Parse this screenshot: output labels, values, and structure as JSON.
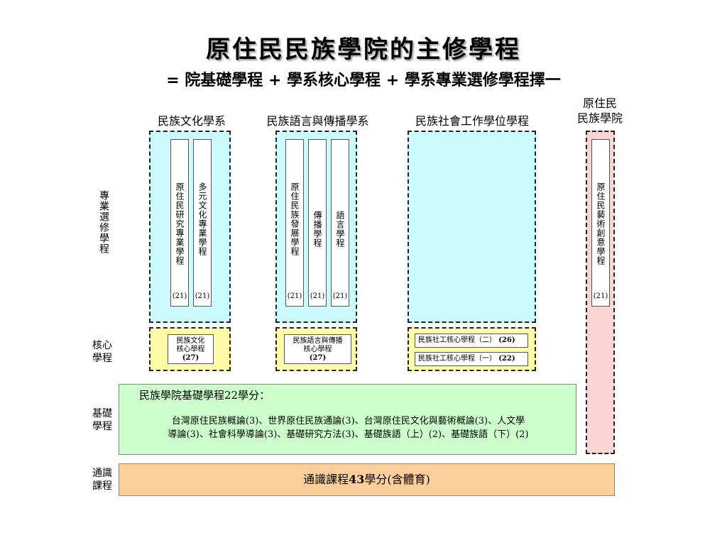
{
  "title": "原住民民族學院的主修學程",
  "subtitle": "= 院基礎學程 + 學系核心學程 + 學系專業選修學程擇一",
  "departments": {
    "culture": "民族文化學系",
    "language": "民族語言與傳播學系",
    "social": "民族社會工作學位學程",
    "college": "原住民\n民族學院"
  },
  "row_labels": {
    "elective": "專業選修學程",
    "core": "核心\n學程",
    "foundation": "基礎\n學程",
    "general": "通識\n課程"
  },
  "elective_programs": {
    "culture": [
      {
        "name": "原住民研究專業學程",
        "credits": "(21)"
      },
      {
        "name": "多元文化專業學程",
        "credits": "(21)"
      }
    ],
    "language": [
      {
        "name": "原住民族發展學程",
        "credits": "(21)"
      },
      {
        "name": "傳播學程",
        "credits": "(21)"
      },
      {
        "name": "語言學程",
        "credits": "(21)"
      }
    ],
    "college": [
      {
        "name": "原住民藝術創意學程",
        "credits": "(21)"
      }
    ]
  },
  "core_programs": {
    "culture": {
      "line1": "民族文化",
      "line2": "核心學程",
      "credits": "(27)"
    },
    "language": {
      "line1": "民族語言與傳播",
      "line2": "核心學程",
      "credits": "(27)"
    },
    "social": [
      {
        "name": "民族社工核心學程（二）",
        "credits": "(26)"
      },
      {
        "name": "民族社工核心學程（一）",
        "credits": "(22)"
      }
    ]
  },
  "foundation": {
    "heading": "民族學院基礎學程22學分：",
    "courses_line1": "台灣原住民族概論(3)、世界原住民族通論(3)、台灣原住民文化與藝術概論(3)、人文學",
    "courses_line2": "導論(3)、社會科學導論(3)、基礎研究方法(3)、基礎族語（上）(2)、基礎族語（下）(2)"
  },
  "general": {
    "prefix": "通識課程",
    "credits": "43",
    "suffix": "學分(含體育)"
  },
  "colors": {
    "elective_bg": "#ccfbfd",
    "core_bg": "#fdfaa8",
    "college_bg": "#fbd4d4",
    "foundation_bg": "#ccffcc",
    "general_bg": "#fdcf9a"
  }
}
